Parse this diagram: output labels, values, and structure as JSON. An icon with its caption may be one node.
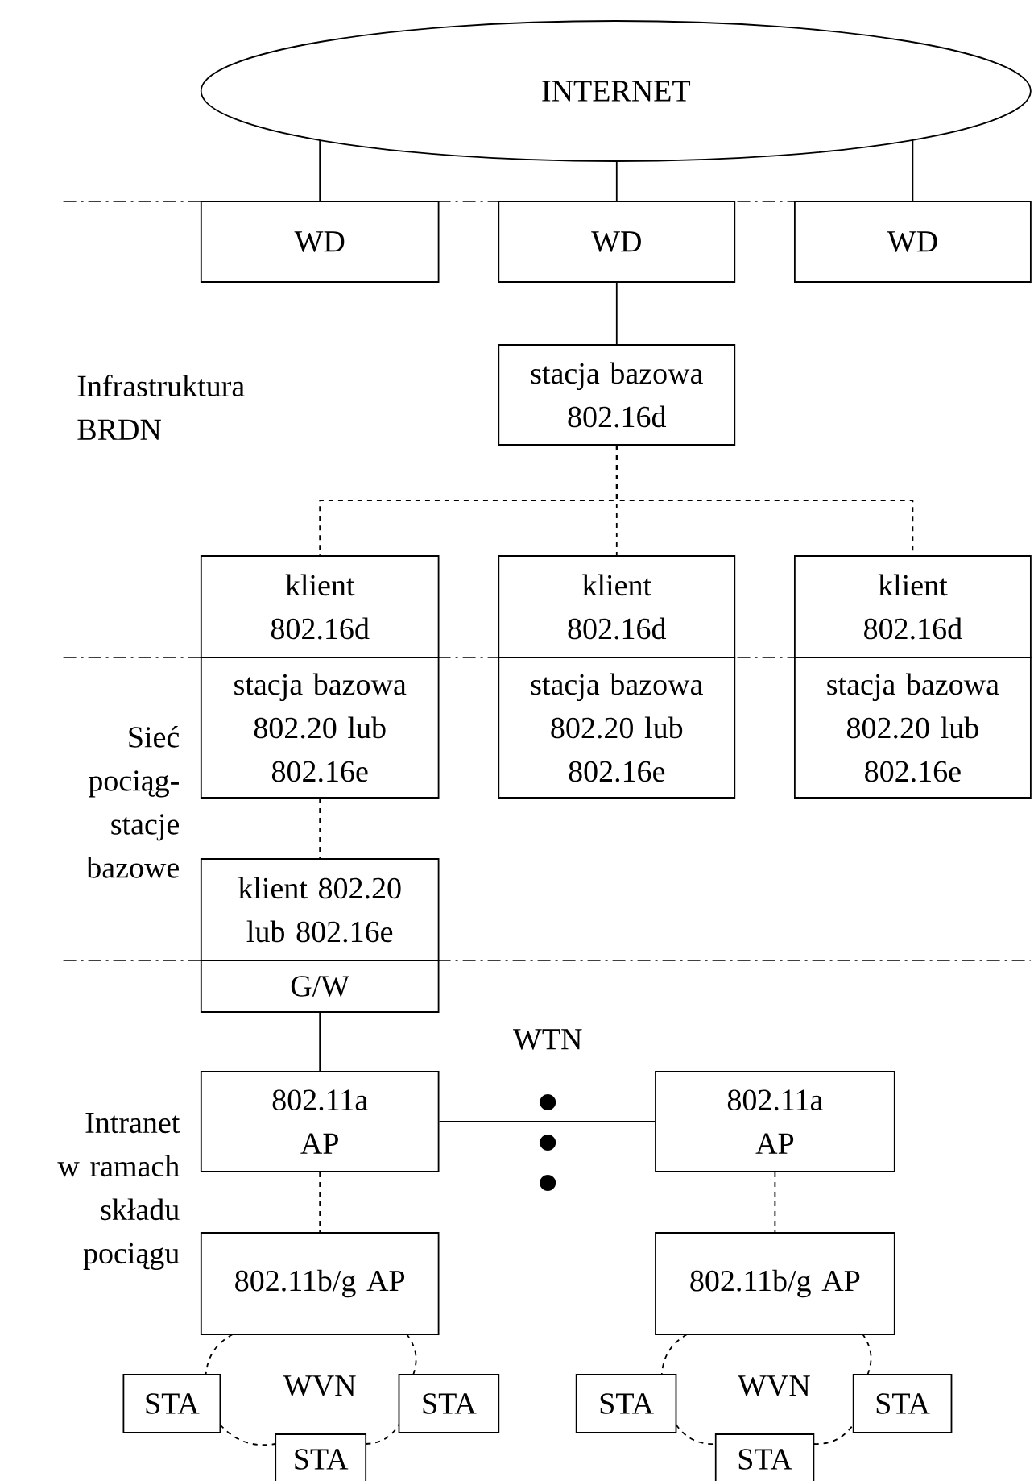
{
  "diagram": {
    "nodes": [
      {
        "text": [
          "INTERNET"
        ]
      },
      {
        "text": [
          "WD"
        ]
      },
      {
        "text": [
          "WD"
        ]
      },
      {
        "text": [
          "WD"
        ]
      },
      {
        "text": [
          "stacja bazowa 802.16d"
        ]
      },
      {
        "text": [
          "klient 802.16d"
        ]
      },
      {
        "text": [
          "klient 802.16d"
        ]
      },
      {
        "text": [
          "klient 802.16d"
        ]
      },
      {
        "text": [
          "stacja bazowa 802.20 lub 802.16e"
        ]
      },
      {
        "text": [
          "stacja bazowa 802.20 lub 802.16e"
        ]
      },
      {
        "text": [
          "stacja bazowa 802.20 lub 802.16e"
        ]
      },
      {
        "text": [
          "klient 802.20 lub 802.16e"
        ]
      },
      {
        "text": [
          "G/W"
        ]
      },
      {
        "text": [
          "802.11a AP"
        ]
      },
      {
        "text": [
          "802.11a AP"
        ]
      },
      {
        "text": [
          "802.11b/g AP"
        ]
      },
      {
        "text": [
          "802.11b/g AP"
        ]
      },
      {
        "text": [
          "STA"
        ]
      },
      {
        "text": [
          "STA"
        ]
      },
      {
        "text": [
          "STA"
        ]
      },
      {
        "text": [
          "STA"
        ]
      },
      {
        "text": [
          "STA"
        ]
      },
      {
        "text": [
          "STA"
        ]
      }
    ],
    "edges": [
      {
        "from": 0,
        "to": 1,
        "arrow": "none"
      },
      {
        "from": 0,
        "to": 2,
        "arrow": "none"
      },
      {
        "from": 0,
        "to": 3,
        "arrow": "none"
      },
      {
        "from": 2,
        "to": 4,
        "arrow": "none"
      },
      {
        "from": 4,
        "to": 5,
        "arrow": "none",
        "style": "dashed"
      },
      {
        "from": 4,
        "to": 6,
        "arrow": "none",
        "style": "dashed"
      },
      {
        "from": 4,
        "to": 7,
        "arrow": "none",
        "style": "dashed"
      },
      {
        "from": 8,
        "to": 11,
        "arrow": "none",
        "style": "dashed"
      },
      {
        "from": 12,
        "to": 13,
        "arrow": "none"
      },
      {
        "from": 13,
        "to": 14,
        "arrow": "none"
      },
      {
        "from": 13,
        "to": 15,
        "arrow": "none",
        "style": "dashed"
      },
      {
        "from": 14,
        "to": 16,
        "arrow": "none",
        "style": "dashed"
      },
      {
        "from": 15,
        "to": 17,
        "arrow": "none",
        "style": "dashed"
      },
      {
        "from": 17,
        "to": 18,
        "arrow": "none",
        "style": "dashed"
      },
      {
        "from": 18,
        "to": 19,
        "arrow": "none",
        "style": "dashed"
      },
      {
        "from": 19,
        "to": 15,
        "arrow": "none",
        "style": "dashed"
      },
      {
        "from": 16,
        "to": 20,
        "arrow": "none",
        "style": "dashed"
      },
      {
        "from": 20,
        "to": 21,
        "arrow": "none",
        "style": "dashed"
      },
      {
        "from": 21,
        "to": 22,
        "arrow": "none",
        "style": "dashed"
      },
      {
        "from": 22,
        "to": 16,
        "arrow": "none",
        "style": "dashed"
      }
    ],
    "labels": [
      "Infrastruktura BRDN",
      "Sieć pociąg-stacje bazowe",
      "WTN",
      "Intranet w ramach składu pociągu",
      "WVN",
      "WVN"
    ]
  }
}
